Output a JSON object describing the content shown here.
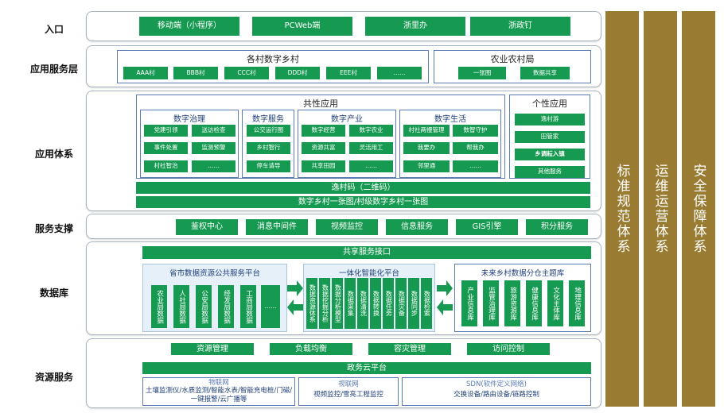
{
  "layers": {
    "entry": "入口",
    "app_service": "应用服务层",
    "app_system": "应用体系",
    "service_support": "服务支撑",
    "database": "数据库",
    "resource": "资源服务"
  },
  "entry_items": [
    "移动端（小程序）",
    "PCWeb端",
    "浙里办",
    "浙政钉"
  ],
  "app_service": {
    "villages_title": "各村数字乡村",
    "villages": [
      "AAA村",
      "BBB村",
      "CCC村",
      "DDD村",
      "EEE村",
      "……"
    ],
    "agri_title": "农业农村局",
    "agri": [
      "一张图",
      "数据共享"
    ]
  },
  "app_system": {
    "common_title": "共性应用",
    "governance": {
      "title": "数字治理",
      "items": [
        "党建引领",
        "送访检查",
        "事件处置",
        "监测预警",
        "村社智治",
        "……"
      ]
    },
    "service": {
      "title": "数字服务",
      "items": [
        "公交运行图",
        "乡村智行",
        "停车请导"
      ]
    },
    "industry": {
      "title": "数字产业",
      "items": [
        "数字经营",
        "数字农业",
        "资源共富",
        "灵活用工",
        "共享田园",
        "……"
      ]
    },
    "life": {
      "title": "数字生活",
      "items": [
        "村社两慢管理",
        "数智守护",
        "我要办",
        "帮我办",
        "邻里通",
        "……"
      ]
    },
    "personal_title": "个性应用",
    "personal": [
      "逸村游",
      "田管家",
      "乡调耘入镇",
      "其他服务"
    ],
    "qr": "逸村码（二维码）",
    "map": "数字乡村一张图/村级数字乡村一张图"
  },
  "support": [
    "鉴权中心",
    "消息中间件",
    "视频监控",
    "信息服务",
    "GIS引擎",
    "积分服务"
  ],
  "database": {
    "interface": "共享服务接口",
    "provincial_title": "省市数据资源公共服务平台",
    "provincial": [
      "农业局数据",
      "人社局数据",
      "公安局数据",
      "经发局数据",
      "工商局数据",
      "……"
    ],
    "platform_title": "一体化智能化平台",
    "platform": [
      "数据资源体系",
      "数据挖掘分析",
      "数据分析模型",
      "数据采集",
      "数据清洗",
      "数据转换",
      "数据任务",
      "数据灾备",
      "数据同步",
      "数据检索"
    ],
    "future_title": "未来乡村数据分仓主题库",
    "future": [
      "产业信息库",
      "监管治理库",
      "旅游资源库",
      "健康信息库",
      "文化主体库",
      "地理信息库"
    ]
  },
  "resource": {
    "top": [
      "资源管理",
      "负载均衡",
      "容灾管理",
      "访问控制"
    ],
    "cloud": "政务云平台",
    "iot_title": "物联网",
    "iot_text": "土壤监测仪/水质监测/智能水表/智能充电桩/门磁/一键报警/云广播等",
    "video_title": "视联网",
    "video_text": "视频监控/雪亮工程监控",
    "sdn_title": "SDN(软件定义网络)",
    "sdn_text": "交换设备/路由设备/链路控制"
  },
  "side_bars": [
    "标准规范体系",
    "运维运营体系",
    "安全保障体系"
  ],
  "colors": {
    "green": "#169a52",
    "gold": "#9a7b32",
    "blue": "#5b7bb5"
  }
}
